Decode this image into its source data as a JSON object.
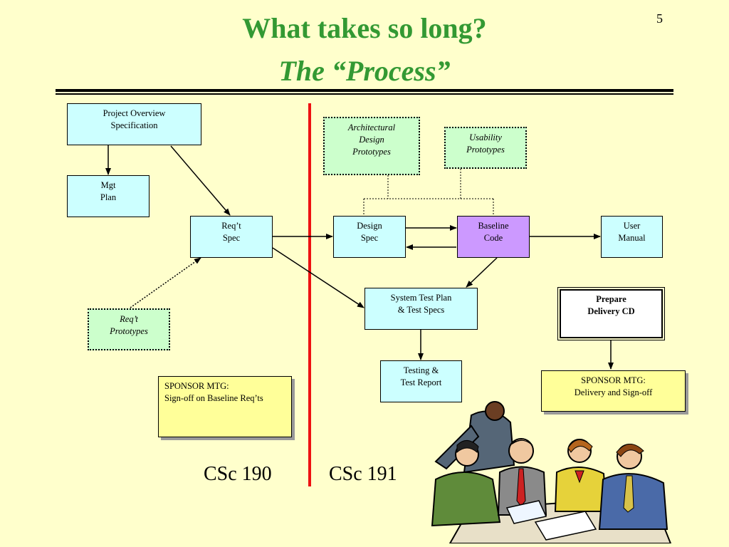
{
  "slide": {
    "number": "5",
    "title": "What takes so long?",
    "subtitle": "The “Process”"
  },
  "boxes": {
    "project_overview": "Project Overview\nSpecification",
    "mgt_plan": "Mgt\nPlan",
    "req_spec": "Req’t\nSpec",
    "req_prototypes": "Req’t\nPrototypes",
    "arch_prototypes": "Architectural\nDesign\nPrototypes",
    "usability_prototypes": "Usability\nPrototypes",
    "design_spec": "Design\nSpec",
    "baseline_code": "Baseline\nCode",
    "user_manual": "User\nManual",
    "system_test_plan": "System Test Plan\n& Test Specs",
    "prepare_cd": "Prepare\nDelivery CD",
    "testing_report": "Testing &\nTest Report",
    "sponsor_left": "SPONSOR MTG:\n  Sign-off on Baseline Req’ts",
    "sponsor_right": "SPONSOR MTG:\nDelivery and Sign-off"
  },
  "courses": {
    "left": "CSc 190",
    "right": "CSc 191"
  },
  "colors": {
    "title": "#339933",
    "divider": "#ee1111",
    "background": "#ffffcc",
    "box": "#ccffff",
    "prototype": "#ccffcc",
    "baseline_code": "#cc99ff",
    "sponsor": "#ffff99"
  },
  "illustration": "people-meeting-clipart"
}
